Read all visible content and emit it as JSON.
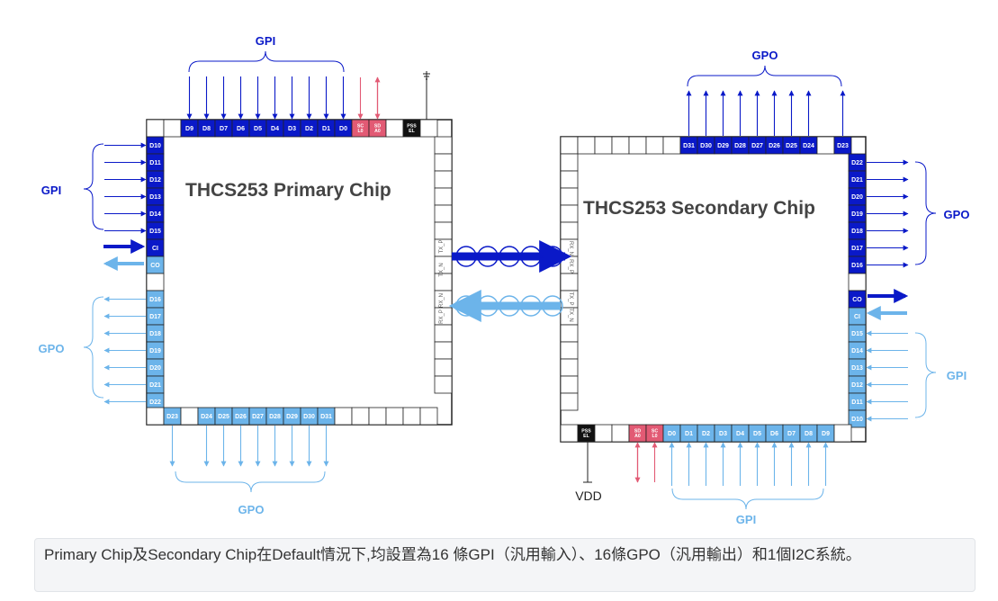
{
  "primary": {
    "title": "THCS253 Primary Chip",
    "top_pins": [
      "D9",
      "D8",
      "D7",
      "D6",
      "D5",
      "D4",
      "D3",
      "D2",
      "D1",
      "D0"
    ],
    "i2c_pins": [
      "SC L0",
      "SD A0"
    ],
    "psel": "PS S EL",
    "left_gpi": [
      "D10",
      "D11",
      "D12",
      "D13",
      "D14",
      "D15"
    ],
    "ci": "CI",
    "co": "CO",
    "left_gpo": [
      "D16",
      "D17",
      "D18",
      "D19",
      "D20",
      "D21",
      "D22"
    ],
    "bottom_gpo": [
      "D23",
      "D24",
      "D25",
      "D26",
      "D27",
      "D28",
      "D29",
      "D30",
      "D31"
    ],
    "right_labels": [
      "TX_P",
      "TX_N",
      "RX_N",
      "RX_P"
    ]
  },
  "secondary": {
    "title": "THCS253 Secondary Chip",
    "top_gpo": [
      "D31",
      "D30",
      "D29",
      "D28",
      "D27",
      "D26",
      "D25",
      "D24",
      "D23"
    ],
    "right_gpo": [
      "D22",
      "D21",
      "D20",
      "D19",
      "D18",
      "D17",
      "D16"
    ],
    "co": "CO",
    "ci": "CI",
    "right_gpi": [
      "D15",
      "D14",
      "D13",
      "D12",
      "D11",
      "D10"
    ],
    "bottom_pins": [
      "D0",
      "D1",
      "D2",
      "D3",
      "D4",
      "D5",
      "D6",
      "D7",
      "D8",
      "D9"
    ],
    "i2c_pins": [
      "SD A0",
      "SC L0"
    ],
    "psel": "PS S EL",
    "left_labels": [
      "RX_N",
      "RX_P",
      "TX_P",
      "TX_N"
    ]
  },
  "labels": {
    "gpi": "GPI",
    "gpo": "GPO",
    "vdd": "VDD"
  },
  "colors": {
    "gpi_dark": "#0a19c8",
    "gpo_light": "#6cb4ea",
    "i2c_red": "#e25a74",
    "psel_black": "#111111"
  },
  "caption": "Primary Chip及Secondary Chip在Default情況下,均設置為16 條GPI（汎用輸入）、16條GPO（汎用輸出）和1個I2C系統。"
}
